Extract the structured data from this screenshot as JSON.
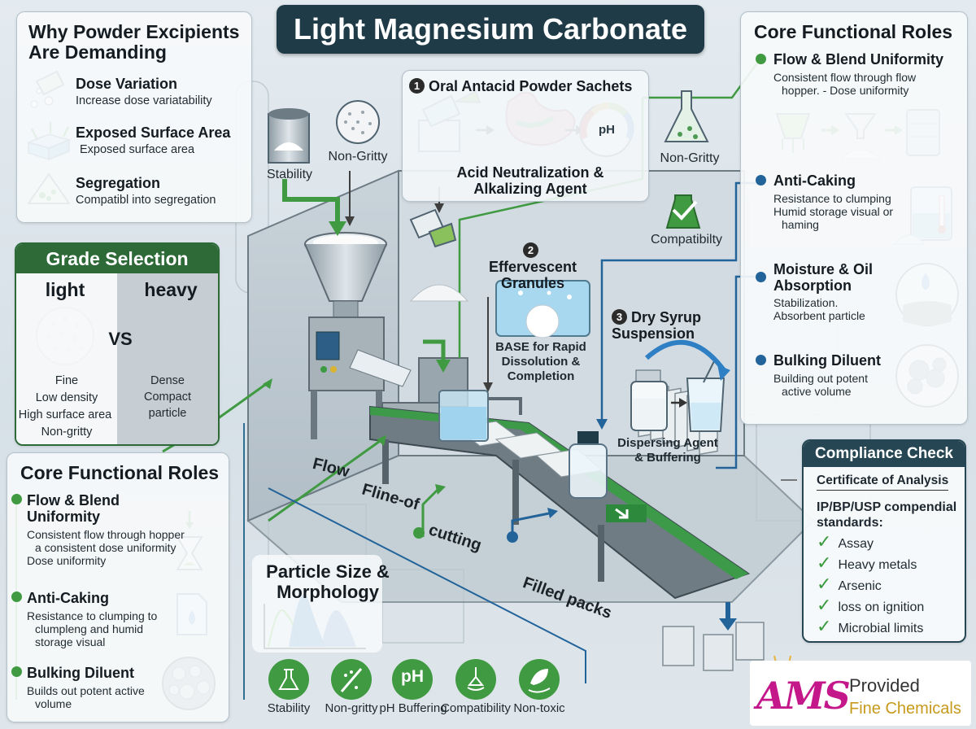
{
  "title": "Light Magnesium Carbonate",
  "why_panel": {
    "heading": "Why Powder Excipients Are Demanding",
    "items": [
      {
        "title": "Dose Variation",
        "desc": "Increase dose variatability",
        "icon": "powder-dose-icon"
      },
      {
        "title": "Exposed Surface Area",
        "desc": "Exposed surface area",
        "icon": "surface-block-icon"
      },
      {
        "title": "Segregation",
        "desc": "Compatibl into segregation",
        "icon": "segregation-pyramid-icon"
      }
    ]
  },
  "grade_selection": {
    "heading": "Grade Selection",
    "light_label": "light",
    "heavy_label": "heavy",
    "vs": "VS",
    "light_desc": [
      "Fine",
      "Low density",
      "High surface area",
      "Non-gritty"
    ],
    "heavy_desc": [
      "Dense",
      "Compact",
      "particle"
    ]
  },
  "core_roles_left": {
    "heading": "Core Functional Roles",
    "roles": [
      {
        "title": "Flow & Blend Uniformity",
        "bullets": [
          "Consistent flow through hopper a consistent dose uniformity",
          "Dose uniformity"
        ],
        "icon": "hourglass-hopper-icon"
      },
      {
        "title": "Anti-Caking",
        "bullets": [
          "Resistance to clumping to clumpleng and humid storage visual"
        ],
        "icon": "document-drop-icon"
      },
      {
        "title": "Bulking Diluent",
        "bullets": [
          "Builds out potent active volume"
        ],
        "icon": "granules-icon"
      }
    ]
  },
  "core_roles_right": {
    "heading": "Core Functional Roles",
    "roles": [
      {
        "title": "Flow & Blend Uniformity",
        "bullets": [
          "Consistent flow through flow hopper. - Dose uniformity"
        ],
        "icon": "hopper-flow-icon"
      },
      {
        "title": "Anti-Caking",
        "bullets": [
          "Resistance to clumping",
          "Humid storage visual or haming"
        ],
        "icon": "humidity-jar-icon"
      },
      {
        "title": "Moisture & Oil Absorption",
        "bullets": [
          "Stabilization.",
          "Absorbent particle"
        ],
        "icon": "moisture-drop-icon"
      },
      {
        "title": "Bulking Diluent",
        "bullets": [
          "Building out potent active volume"
        ],
        "icon": "powder-heap-icon"
      }
    ]
  },
  "applications": [
    {
      "num": "1",
      "title": "Oral Antacid Powder Sachets",
      "sub": "Acid Neutralization & Alkalizing Agent",
      "ph_label": "pH"
    },
    {
      "num": "2",
      "title": "Effervescent Granules",
      "sub": "BASE for Rapid Dissolution & Completion"
    },
    {
      "num": "3",
      "title": "Dry Syrup Suspension",
      "sub": "Dispersing Agent & Buffering"
    }
  ],
  "top_labels": {
    "stability": "Stability",
    "non_gritty": "Non-Gritty",
    "non_gritty_right": "Non-Gritty",
    "compatibility": "Compatibilty"
  },
  "belt_labels": {
    "flow": "Flow",
    "fline": "Fline-of",
    "cutting": "cutting",
    "filled": "Filled packs"
  },
  "particle_panel": {
    "title": "Particle Size & Morphology"
  },
  "bottom_icons": [
    {
      "label": "Stability",
      "icon": "flask-icon"
    },
    {
      "label": "Non-gritty",
      "icon": "no-grit-icon"
    },
    {
      "label": "pH Buffering",
      "icon": "ph-icon",
      "glyph": "pH"
    },
    {
      "label": "Compatibility",
      "icon": "hand-flask-icon"
    },
    {
      "label": "Non-toxic",
      "icon": "leaf-hand-icon"
    }
  ],
  "compliance": {
    "heading": "Compliance Check",
    "coa": "Certificate of Analysis",
    "standards": "IP/BP/USP compendial standards:",
    "checks": [
      "Assay",
      "Heavy metals",
      "Arsenic",
      "loss on ignition",
      "Microbial limits"
    ]
  },
  "logo": {
    "mark": "AMS",
    "line1": "Provided",
    "line2": "Fine Chemicals"
  },
  "colors": {
    "green": "#3f9a41",
    "blue": "#22639a",
    "navy": "#1f3b47",
    "logo_magenta": "#c4178a",
    "logo_gold": "#c79a1c"
  }
}
